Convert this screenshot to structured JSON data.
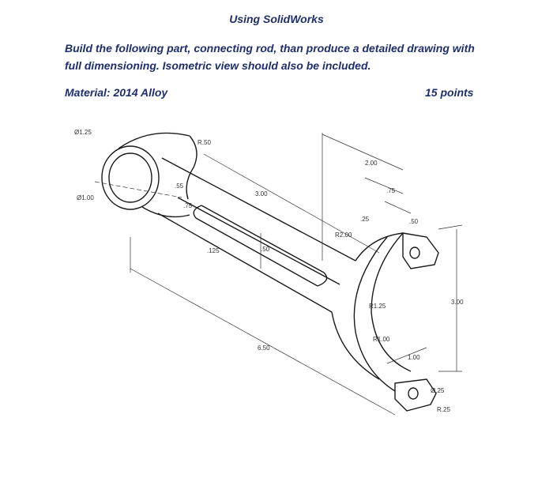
{
  "header": {
    "title": "Using SolidWorks",
    "instructions_line1": "Build the following part, connecting rod, than produce a detailed drawing with",
    "instructions_line2": "full dimensioning. Isometric view should also be included.",
    "material": "Material: 2014 Alloy",
    "points": "15 points"
  },
  "drawing": {
    "dimensions": {
      "d_outer_small": "Ø1.25",
      "d_inner_small": "Ø1.00",
      "r_fillet": "R.50",
      "w_55": ".55",
      "w_75": ".75",
      "len_3": "3.00",
      "w_125": ".125",
      "w_50_slot": ".50",
      "len_2": "2.00",
      "w_75_top": ".75",
      "w_25": ".25",
      "w_50_top": ".50",
      "r_200": "R2.00",
      "h_300": "3.00",
      "r_125": "R1.25",
      "r_100": "R1.00",
      "w_100": "1.00",
      "len_650": "6.50",
      "d_25": "Ø.25",
      "r_25": "R.25"
    }
  }
}
